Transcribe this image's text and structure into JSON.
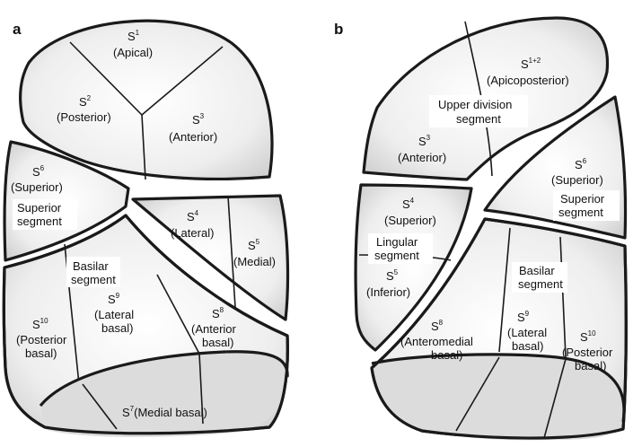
{
  "panels": [
    {
      "letter": "a",
      "segments": [
        {
          "base": "S",
          "sup": "1",
          "name": "(Apical)"
        },
        {
          "base": "S",
          "sup": "2",
          "name": "(Posterior)"
        },
        {
          "base": "S",
          "sup": "3",
          "name": "(Anterior)"
        },
        {
          "base": "S",
          "sup": "6",
          "name": "(Superior)"
        },
        {
          "base": "S",
          "sup": "4",
          "name": "(Lateral)"
        },
        {
          "base": "S",
          "sup": "5",
          "name": "(Medial)"
        },
        {
          "base": "S",
          "sup": "10",
          "name": "(Posterior",
          "name2": "basal)"
        },
        {
          "base": "S",
          "sup": "9",
          "name": "(Lateral",
          "name2": "basal)"
        },
        {
          "base": "S",
          "sup": "8",
          "name": "(Anterior",
          "name2": "basal)"
        },
        {
          "base": "S",
          "sup": "7",
          "name": "(Medial basal)"
        }
      ],
      "boxes": [
        {
          "line1": "Superior",
          "line2": "segment"
        },
        {
          "line1": "Basilar",
          "line2": "segment"
        }
      ]
    },
    {
      "letter": "b",
      "segments": [
        {
          "base": "S",
          "sup": "1+2",
          "name": "(Apicoposterior)"
        },
        {
          "base": "S",
          "sup": "3",
          "name": "(Anterior)"
        },
        {
          "base": "S",
          "sup": "6",
          "name": "(Superior)"
        },
        {
          "base": "S",
          "sup": "4",
          "name": "(Superior)"
        },
        {
          "base": "S",
          "sup": "5",
          "name": "(Inferior)"
        },
        {
          "base": "S",
          "sup": "8",
          "name": "(Anteromedial",
          "name2": "basal)"
        },
        {
          "base": "S",
          "sup": "9",
          "name": "(Lateral",
          "name2": "basal)"
        },
        {
          "base": "S",
          "sup": "10",
          "name": "(Posterior",
          "name2": "basal)"
        }
      ],
      "boxes": [
        {
          "line1": "Upper division",
          "line2": "segment"
        },
        {
          "line1": "Superior",
          "line2": "segment"
        },
        {
          "line1": "Lingular",
          "line2": "segment"
        },
        {
          "line1": "Basilar",
          "line2": "segment"
        }
      ]
    }
  ]
}
